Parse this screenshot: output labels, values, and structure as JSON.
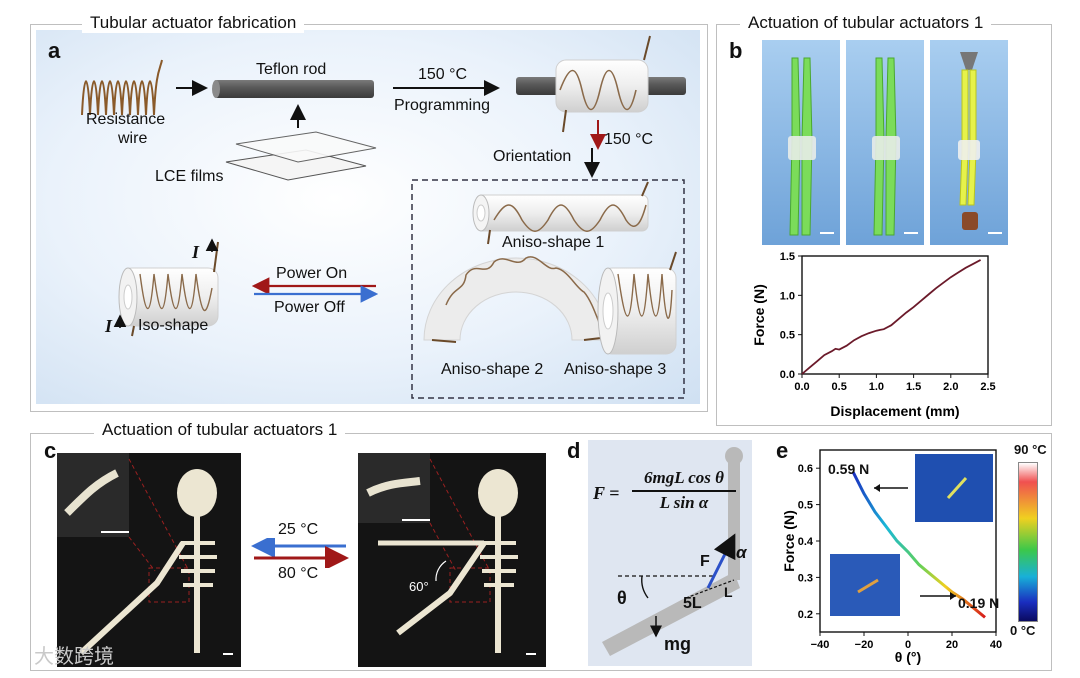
{
  "section_a": {
    "title": "Tubular actuator fabrication",
    "panel": "a",
    "labels": {
      "resistance_wire_1": "Resistance",
      "resistance_wire_2": "wire",
      "teflon_rod": "Teflon rod",
      "temp_program": "150 °C",
      "programming": "Programming",
      "lce_films": "LCE films",
      "temp_orient": "150 °C",
      "orientation": "Orientation",
      "aniso1": "Aniso-shape 1",
      "aniso2": "Aniso-shape 2",
      "aniso3": "Aniso-shape 3",
      "iso": "Iso-shape",
      "power_on": "Power On",
      "power_off": "Power Off",
      "current": "I"
    }
  },
  "section_b": {
    "title": "Actuation of tubular actuators 1",
    "panel": "b",
    "chart_data": {
      "type": "line",
      "xlabel": "Displacement (mm)",
      "ylabel": "Force (N)",
      "xlim": [
        0,
        2.5
      ],
      "ylim": [
        0,
        1.5
      ],
      "xticks": [
        "0.0",
        "0.5",
        "1.0",
        "1.5",
        "2.0",
        "2.5"
      ],
      "yticks": [
        "0.0",
        "0.5",
        "1.0",
        "1.5"
      ],
      "color": "#6b1a2a",
      "x": [
        0,
        0.1,
        0.2,
        0.3,
        0.4,
        0.45,
        0.5,
        0.6,
        0.7,
        0.8,
        0.9,
        1.0,
        1.05,
        1.1,
        1.2,
        1.3,
        1.4,
        1.5,
        1.6,
        1.7,
        1.8,
        1.9,
        2.0,
        2.1,
        2.2,
        2.3,
        2.4
      ],
      "y": [
        0,
        0.08,
        0.16,
        0.24,
        0.29,
        0.32,
        0.31,
        0.36,
        0.43,
        0.48,
        0.52,
        0.55,
        0.56,
        0.57,
        0.62,
        0.7,
        0.78,
        0.85,
        0.93,
        1.01,
        1.09,
        1.16,
        1.23,
        1.29,
        1.35,
        1.4,
        1.45
      ]
    }
  },
  "section_c": {
    "title": "Actuation of tubular actuators 1",
    "panel": "c",
    "temp_cool": "25 °C",
    "temp_heat": "80 °C",
    "angle": "60°"
  },
  "panel_d": {
    "panel": "d",
    "formula_lhs": "F =",
    "formula_num": "6mgL cos θ",
    "formula_den": "L sin α",
    "F": "F",
    "alpha": "α",
    "theta": "θ",
    "five_L": "5L",
    "L": "L",
    "mg": "mg"
  },
  "panel_e": {
    "panel": "e",
    "colorbar_top": "90 °C",
    "colorbar_bottom": "0 °C",
    "label_start": "0.59 N",
    "label_end": "0.19 N",
    "chart_data": {
      "type": "line",
      "xlabel": "θ (°)",
      "ylabel": "Force (N)",
      "xlim": [
        -40,
        40
      ],
      "ylim": [
        0.15,
        0.65
      ],
      "xticks": [
        "−40",
        "−20",
        "0",
        "20",
        "40"
      ],
      "yticks": [
        "0.2",
        "0.3",
        "0.4",
        "0.5",
        "0.6"
      ],
      "x": [
        -25,
        -20,
        -15,
        -10,
        -5,
        0,
        5,
        10,
        15,
        20,
        25,
        30,
        35
      ],
      "y": [
        0.59,
        0.53,
        0.48,
        0.44,
        0.4,
        0.37,
        0.335,
        0.31,
        0.285,
        0.26,
        0.24,
        0.215,
        0.19
      ]
    }
  },
  "watermark": "大数跨境"
}
